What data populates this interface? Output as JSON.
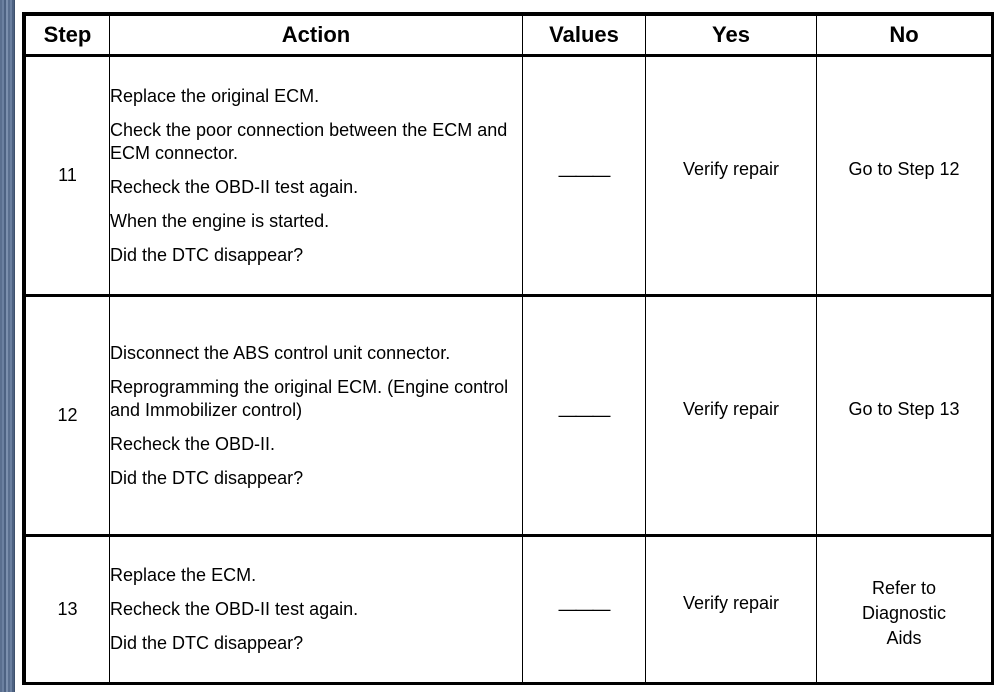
{
  "headers": {
    "step": "Step",
    "action": "Action",
    "values": "Values",
    "yes": "Yes",
    "no": "No"
  },
  "rows": [
    {
      "step": "11",
      "values": "———",
      "actions": [
        "Replace the original ECM.",
        "Check the poor connection between the ECM and ECM connector.",
        "Recheck the OBD-II test again.",
        "When the engine is started.",
        "Did the DTC disappear?"
      ],
      "yes": "Verify repair",
      "no": "Go to Step 12"
    },
    {
      "step": "12",
      "values": "———",
      "actions": [
        "Disconnect the ABS control unit connector.",
        "Reprogramming the original ECM. (Engine control and Immobilizer control)",
        "Recheck the OBD-II.",
        "Did the DTC disappear?"
      ],
      "yes": "Verify repair",
      "no": "Go to Step 13"
    },
    {
      "step": "13",
      "values": "———",
      "actions": [
        "Replace the ECM.",
        "Recheck the OBD-II test again.",
        "Did the DTC disappear?"
      ],
      "yes": "Verify repair",
      "no": "Refer to Diagnostic Aids"
    }
  ]
}
